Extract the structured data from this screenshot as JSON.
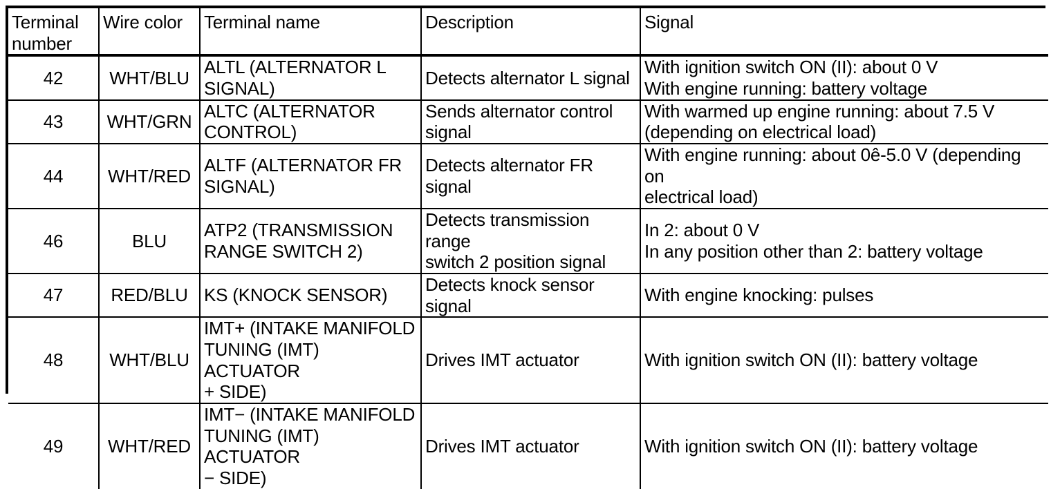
{
  "table": {
    "columns": [
      {
        "key": "terminal_number",
        "label": "Terminal\nnumber"
      },
      {
        "key": "wire_color",
        "label": "Wire color"
      },
      {
        "key": "terminal_name",
        "label": "Terminal name"
      },
      {
        "key": "description",
        "label": "Description"
      },
      {
        "key": "signal",
        "label": "Signal"
      }
    ],
    "rows": [
      {
        "terminal_number": "42",
        "wire_color": "WHT/BLU",
        "terminal_name": "ALTL (ALTERNATOR L\nSIGNAL)",
        "description": "Detects alternator L signal",
        "signal": "With ignition switch ON (II): about 0 V\nWith engine running: battery voltage"
      },
      {
        "terminal_number": "43",
        "wire_color": "WHT/GRN",
        "terminal_name": "ALTC (ALTERNATOR\nCONTROL)",
        "description": "Sends alternator control\nsignal",
        "signal": "With warmed up engine running: about 7.5 V\n(depending on electrical load)"
      },
      {
        "terminal_number": "44",
        "wire_color": "WHT/RED",
        "terminal_name": "ALTF (ALTERNATOR FR\nSIGNAL)",
        "description": "Detects alternator FR signal",
        "signal": "With engine running: about 0ê-5.0 V (depending on\nelectrical load)"
      },
      {
        "terminal_number": "46",
        "wire_color": "BLU",
        "terminal_name": "ATP2 (TRANSMISSION\nRANGE SWITCH 2)",
        "description": "Detects transmission range\nswitch 2 position signal",
        "signal": "In 2: about 0 V\nIn any position other than 2: battery voltage"
      },
      {
        "terminal_number": "47",
        "wire_color": "RED/BLU",
        "terminal_name": "KS (KNOCK SENSOR)",
        "description": "Detects knock sensor signal",
        "signal": "With engine knocking: pulses"
      },
      {
        "terminal_number": "48",
        "wire_color": "WHT/BLU",
        "terminal_name": "IMT+ (INTAKE MANIFOLD\nTUNING (IMT) ACTUATOR\n+ SIDE)",
        "description": "Drives IMT actuator",
        "signal": "With ignition switch ON (II): battery voltage"
      },
      {
        "terminal_number": "49",
        "wire_color": "WHT/RED",
        "terminal_name": "IMT− (INTAKE MANIFOLD\nTUNING (IMT) ACTUATOR\n− SIDE)",
        "description": "Drives IMT actuator",
        "signal": "With ignition switch ON (II): battery voltage"
      }
    ]
  },
  "colors": {
    "border": "#000000",
    "text": "#000000",
    "background": "#ffffff"
  }
}
